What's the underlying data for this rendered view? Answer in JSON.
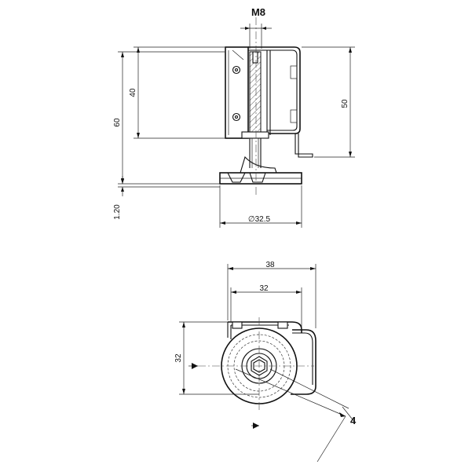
{
  "side_view": {
    "thread_label": "M8",
    "dim_40": "40",
    "dim_50": "50",
    "dim_60": "60",
    "dim_120": "1.20",
    "dim_diameter": "∅32.5"
  },
  "top_view": {
    "dim_38": "38",
    "dim_32_horizontal": "32",
    "dim_32_vertical": "32",
    "dim_4": "4"
  }
}
